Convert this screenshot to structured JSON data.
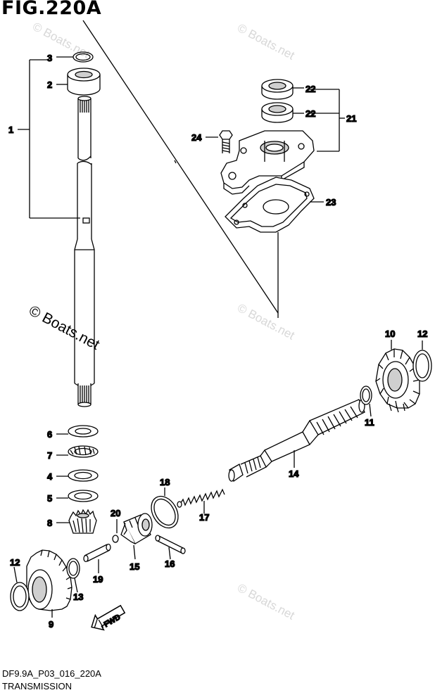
{
  "figure": {
    "title": "FIG.220A",
    "code": "DF9.9A_P03_016_220A",
    "section": "TRANSMISSION"
  },
  "watermark": {
    "main": "© Boats.net",
    "faint": "© Boats.net"
  },
  "direction_label": "FWD",
  "callouts": {
    "c1": "1",
    "c2": "2",
    "c3": "3",
    "c4": "4",
    "c5": "5",
    "c6": "6",
    "c7": "7",
    "c8": "8",
    "c9": "9",
    "c10": "10",
    "c11": "11",
    "c12a": "12",
    "c12b": "12",
    "c13": "13",
    "c14": "14",
    "c15": "15",
    "c16": "16",
    "c17": "17",
    "c18": "18",
    "c19": "19",
    "c20": "20",
    "c21": "21",
    "c22a": "22",
    "c22b": "22",
    "c23": "23",
    "c24": "24"
  },
  "colors": {
    "line": "#000000",
    "part_fill": "#ffffff",
    "part_shade": "#cfcfcf",
    "watermark": "#d8d8d8"
  }
}
